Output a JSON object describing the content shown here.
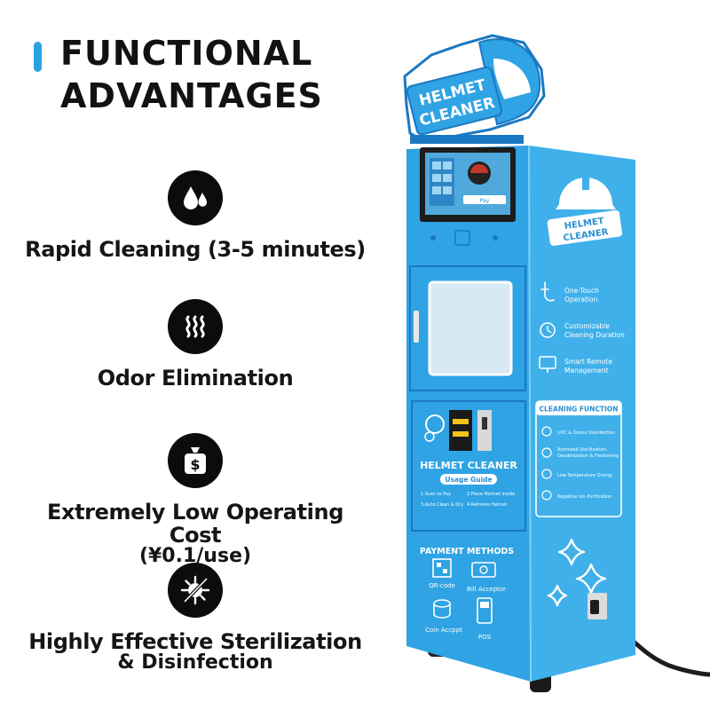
{
  "heading": {
    "line1": "FUNCTIONAL",
    "line2": "ADVANTAGES"
  },
  "features": [
    {
      "label": "Rapid Cleaning (3-5 minutes)",
      "icon": "water-drops-icon"
    },
    {
      "label": "Odor Elimination",
      "icon": "steam-waves-icon"
    },
    {
      "label": "Extremely Low Operating Cost",
      "sub": "(¥0.1/use)",
      "icon": "money-bag-icon"
    },
    {
      "label": "Highly Effective Sterilization",
      "sub": "& Disinfection",
      "icon": "virus-icon"
    }
  ],
  "machine": {
    "sign": {
      "line1": "HELMET",
      "line2": "CLEANER"
    },
    "side_logo": {
      "line1": "HELMET",
      "line2": "CLEANER"
    },
    "screen_button": "Pay",
    "front_title": "HELMET CLEANER",
    "usage_guide": {
      "title": "Usage Guide",
      "steps": [
        "1.Scan to Pay",
        "2.Place Helmet inside",
        "3.Auto Clean & Dry",
        "4.Retrieve Helmet"
      ]
    },
    "payment": {
      "title": "PAYMENT METHODS",
      "items": [
        "QR-code",
        "Bill Acceptor",
        "Coin Accppt",
        "POS"
      ]
    },
    "side_features": [
      {
        "line1": "One-Touch",
        "line2": "Operation"
      },
      {
        "line1": "Customizable",
        "line2": "Cleaning Duration"
      },
      {
        "line1": "Smart Remote",
        "line2": "Management"
      }
    ],
    "cleaning_function": {
      "title": "CLEANING FUNCTION",
      "items": [
        {
          "line1": "UVC & Ozone Disinfection",
          "line2": ""
        },
        {
          "line1": "Atomized Sterilization,",
          "line2": "Deodorization & Freshening"
        },
        {
          "line1": "Low Temperature Drying",
          "line2": ""
        },
        {
          "line1": "Negative Ion Purification",
          "line2": ""
        }
      ]
    },
    "colors": {
      "body": "#2fa3e3",
      "side": "#3fb0ea",
      "dark": "#1b78c2",
      "accent": "#2aa1e0"
    }
  }
}
